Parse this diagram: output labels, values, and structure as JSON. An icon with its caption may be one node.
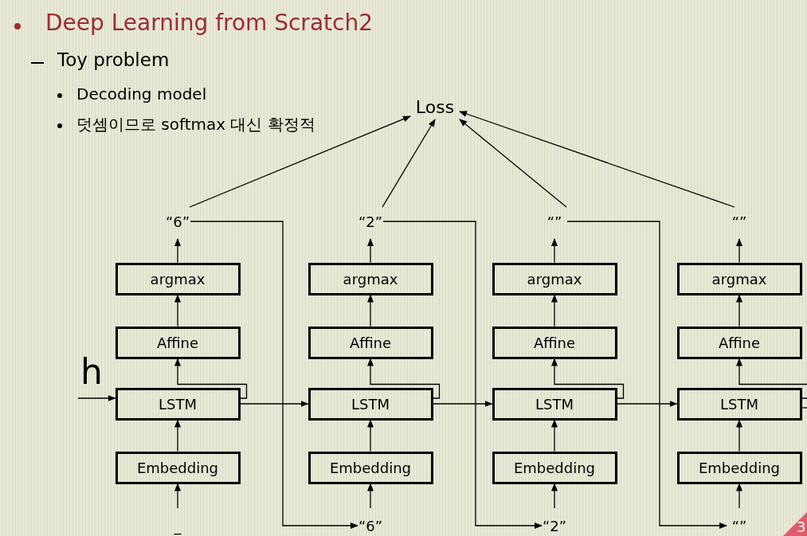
{
  "diagram": {
    "nodes": [
      {
        "text": [
          "Loss"
        ]
      },
      {
        "text": [
          "“6”"
        ]
      },
      {
        "text": [
          "argmax"
        ]
      },
      {
        "text": [
          "Affine"
        ]
      },
      {
        "text": [
          "LSTM"
        ]
      },
      {
        "text": [
          "Embedding"
        ]
      },
      {
        "text": [
          "_"
        ]
      },
      {
        "text": [
          "“2”"
        ]
      },
      {
        "text": [
          "argmax"
        ]
      },
      {
        "text": [
          "Affine"
        ]
      },
      {
        "text": [
          "LSTM"
        ]
      },
      {
        "text": [
          "Embedding"
        ]
      },
      {
        "text": [
          "“6”"
        ]
      },
      {
        "text": [
          "“”"
        ]
      },
      {
        "text": [
          "argmax"
        ]
      },
      {
        "text": [
          "Affine"
        ]
      },
      {
        "text": [
          "LSTM"
        ]
      },
      {
        "text": [
          "Embedding"
        ]
      },
      {
        "text": [
          "“2”"
        ]
      },
      {
        "text": [
          "“”"
        ]
      },
      {
        "text": [
          "argmax"
        ]
      },
      {
        "text": [
          "Affine"
        ]
      },
      {
        "text": [
          "LSTM"
        ]
      },
      {
        "text": [
          "Embedding"
        ]
      },
      {
        "text": [
          "“”"
        ]
      }
    ],
    "edges": [
      {
        "from": 6,
        "to": 5,
        "arrow": "to"
      },
      {
        "from": 5,
        "to": 4,
        "arrow": "to"
      },
      {
        "from": 4,
        "to": 3,
        "arrow": "to"
      },
      {
        "from": 3,
        "to": 2,
        "arrow": "to"
      },
      {
        "from": 2,
        "to": 1,
        "arrow": "to"
      },
      {
        "from": 1,
        "to": 0,
        "arrow": "to"
      },
      {
        "from": 12,
        "to": 11,
        "arrow": "to"
      },
      {
        "from": 11,
        "to": 10,
        "arrow": "to"
      },
      {
        "from": 10,
        "to": 9,
        "arrow": "to"
      },
      {
        "from": 9,
        "to": 8,
        "arrow": "to"
      },
      {
        "from": 8,
        "to": 7,
        "arrow": "to"
      },
      {
        "from": 7,
        "to": 0,
        "arrow": "to"
      },
      {
        "from": 18,
        "to": 17,
        "arrow": "to"
      },
      {
        "from": 17,
        "to": 16,
        "arrow": "to"
      },
      {
        "from": 16,
        "to": 15,
        "arrow": "to"
      },
      {
        "from": 15,
        "to": 14,
        "arrow": "to"
      },
      {
        "from": 14,
        "to": 13,
        "arrow": "to"
      },
      {
        "from": 13,
        "to": 0,
        "arrow": "to"
      },
      {
        "from": 24,
        "to": 23,
        "arrow": "to"
      },
      {
        "from": 23,
        "to": 22,
        "arrow": "to"
      },
      {
        "from": 22,
        "to": 21,
        "arrow": "to"
      },
      {
        "from": 21,
        "to": 20,
        "arrow": "to"
      },
      {
        "from": 20,
        "to": 19,
        "arrow": "to"
      },
      {
        "from": 19,
        "to": 0,
        "arrow": "to"
      },
      {
        "from": null,
        "to": 4,
        "arrow": "to"
      },
      {
        "from": 4,
        "to": 10,
        "arrow": "to"
      },
      {
        "from": 10,
        "to": 16,
        "arrow": "to"
      },
      {
        "from": 16,
        "to": 22,
        "arrow": "to"
      },
      {
        "from": 22,
        "to": null,
        "arrow": "none"
      },
      {
        "from": 1,
        "to": 12,
        "arrow": "to"
      },
      {
        "from": 7,
        "to": 18,
        "arrow": "to"
      },
      {
        "from": 13,
        "to": 24,
        "arrow": "to"
      }
    ],
    "labels": [
      "Deep Learning from Scratch2",
      "Toy problem",
      "Decoding model",
      "덧셈이므로 softmax 대신 확정적",
      "h",
      "3"
    ]
  }
}
